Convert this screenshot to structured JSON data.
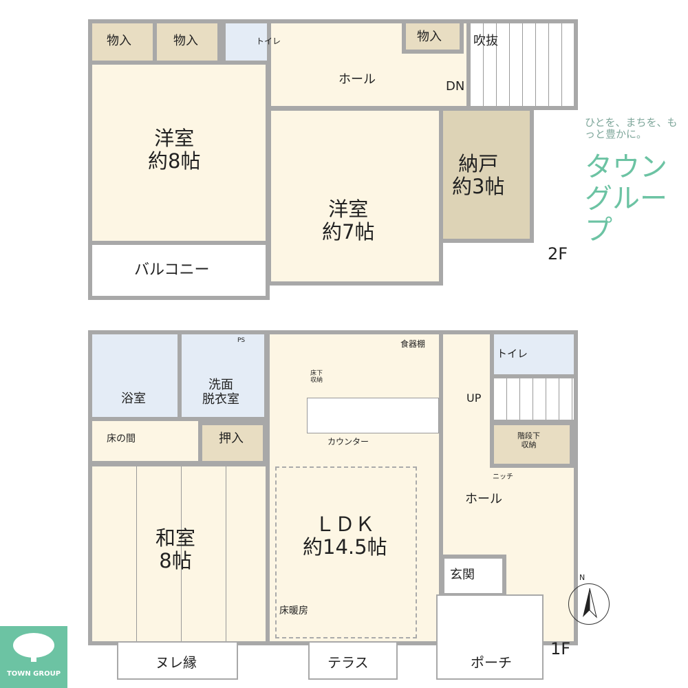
{
  "floor2": {
    "label": "2F",
    "storage1": "物入",
    "storage2": "物入",
    "toilet": "トイレ",
    "hall": "ホール",
    "dn": "DN",
    "storage3": "物入",
    "void": "吹抜",
    "western8": "洋室\n約8帖",
    "western7": "洋室\n約7帖",
    "nando": "納戸\n約3帖",
    "balcony": "バルコニー"
  },
  "floor1": {
    "label": "1F",
    "bath": "浴室",
    "washroom": "洗面\n脱衣室",
    "tokonoma": "床の間",
    "oshiire": "押入",
    "washitsu": "和室\n8帖",
    "ldk": "ＬＤＫ\n約14.5帖",
    "floor_heating": "床暖房",
    "underfloor": "床下\n収納",
    "cupboard": "食器棚",
    "counter": "カウンター",
    "ps": "PS",
    "toilet": "トイレ",
    "up": "UP",
    "under_stair": "階段下\n収納",
    "niche": "ニッチ",
    "hall": "ホール",
    "entrance": "玄関",
    "porch": "ポーチ",
    "terrace": "テラス",
    "veranda": "ヌレ縁"
  },
  "compass": "N",
  "logo": {
    "tagline": "ひとを、まちを、もっと豊かに。",
    "name": "タウングループ",
    "english": "TOWN GROUP"
  },
  "colors": {
    "wall": "#a8a8a8",
    "room": "#fdf6e4",
    "storage": "#e8ddc2",
    "wet": "#e4ecf6",
    "brand": "#6cc3a3"
  }
}
